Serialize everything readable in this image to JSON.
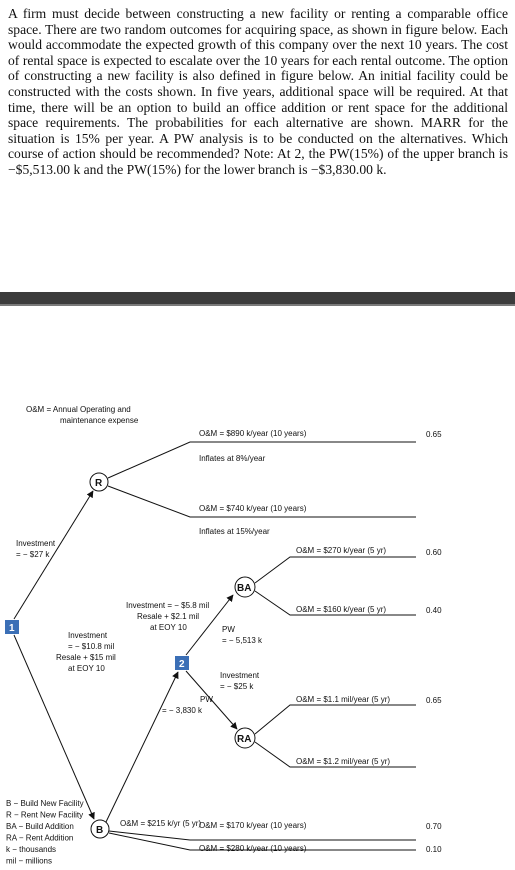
{
  "problem_text": "A firm must decide between constructing a new facility or renting a comparable office space. There are two random outcomes for acquiring space, as shown in figure below. Each would accommodate the expected growth of this company over the next 10 years. The cost of rental space is expected to escalate over the 10 years for each rental outcome. The option of constructing a new facility is also defined in figure below. An initial facility could be constructed with the costs shown. In five years, additional space will be required. At that time, there will be an option to build an office addition or rent space for the additional space requirements. The probabilities for each alternative are shown. MARR for the situation is 15% per year. A PW analysis is to be conducted on the alternatives. Which course of action should be recommended? Note: At 2, the PW(15%) of the upper branch is −$5,513.00 k and the PW(15%) for the lower branch is −$3,830.00 k.",
  "diagram": {
    "om_def_1": "O&M = Annual Operating and",
    "om_def_2": "maintenance expense",
    "decision1": "1",
    "decision2": "2",
    "node_r": "R",
    "node_b": "B",
    "node_ba": "BA",
    "node_ra": "RA",
    "inv_r_1": "Investment",
    "inv_r_2": "= − $27 k",
    "inv_b_1": "Investment",
    "inv_b_2": "= − $10.8 mil",
    "inv_b_3": "Resale + $15 mil",
    "inv_b_4": "at EOY 10",
    "inv_ba_1": "Investment = − $5.8 mil",
    "inv_ba_2": "Resale + $2.1 mil",
    "inv_ba_3": "at EOY 10",
    "pw_ba_1": "PW",
    "pw_ba_2": "= − 5,513 k",
    "inv_ra_1": "Investment",
    "inv_ra_2": "= − $25 k",
    "pw_ra_1": "PW",
    "pw_ra_2": "= − 3,830 k",
    "r_upper_om": "O&M = $890 k/year (10 years)",
    "r_upper_inf": "Inflates at 8%/year",
    "r_upper_prob": "0.65",
    "r_lower_om": "O&M = $740 k/year (10 years)",
    "r_lower_inf": "Inflates at 15%/year",
    "ba_upper_om": "O&M = $270 k/year (5 yr)",
    "ba_upper_prob": "0.60",
    "ba_lower_om": "O&M = $160 k/year (5 yr)",
    "ba_lower_prob": "0.40",
    "ra_upper_om": "O&M = $1.1 mil/year (5 yr)",
    "ra_upper_prob": "0.65",
    "ra_lower_om": "O&M = $1.2 mil/year (5 yr)",
    "b_om": "O&M = $215 k/yr (5 yr)",
    "b_upper_om": "O&M = $170 k/year (10 years)",
    "b_upper_prob": "0.70",
    "b_lower_om": "O&M = $280 k/year (10 years)",
    "b_lower_prob": "0.10",
    "legend": [
      "B − Build New Facility",
      "R − Rent New Facility",
      "BA − Build Addition",
      "RA − Rent Addition",
      "k − thousands",
      "mil − millions"
    ]
  }
}
